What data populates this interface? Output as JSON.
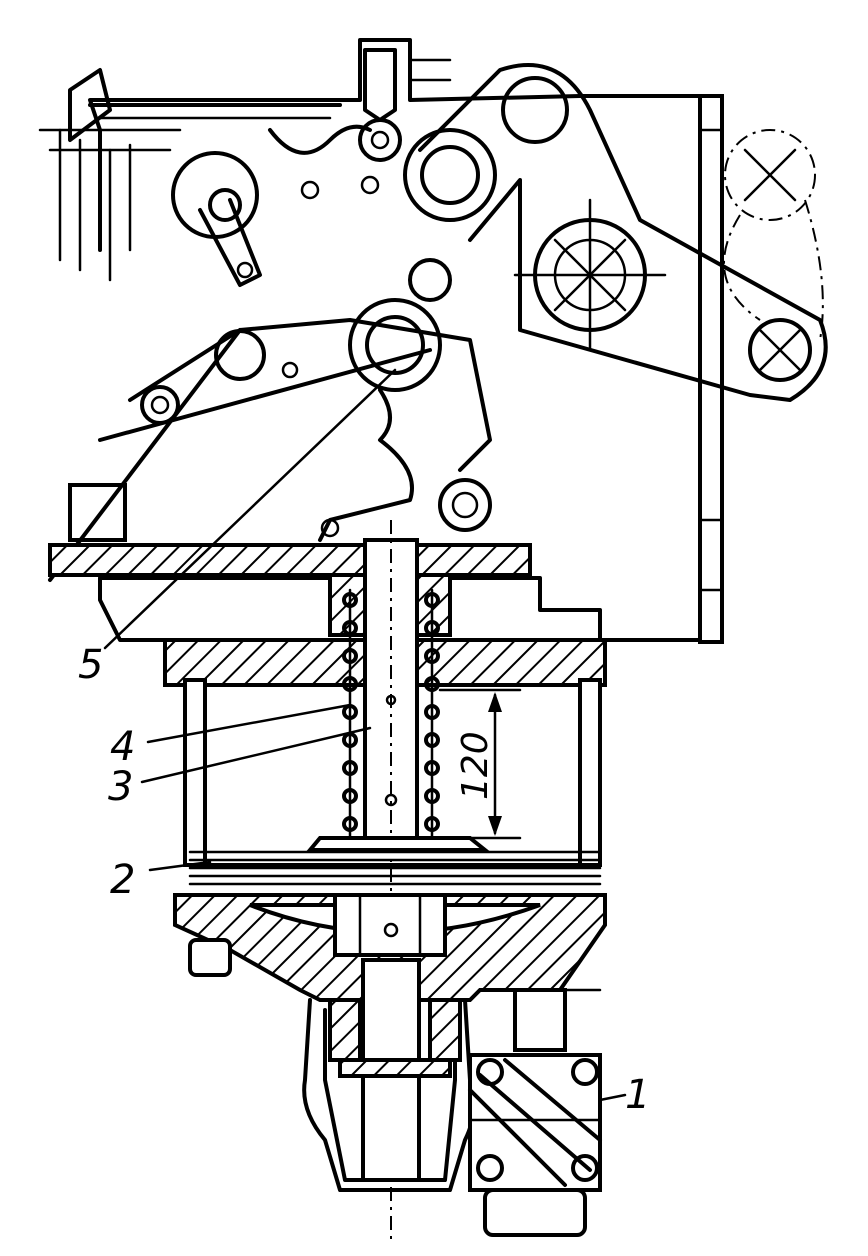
{
  "labels": {
    "part1": "1",
    "part2": "2",
    "part3": "3",
    "part4": "4",
    "part5": "5",
    "dimension": "120"
  }
}
